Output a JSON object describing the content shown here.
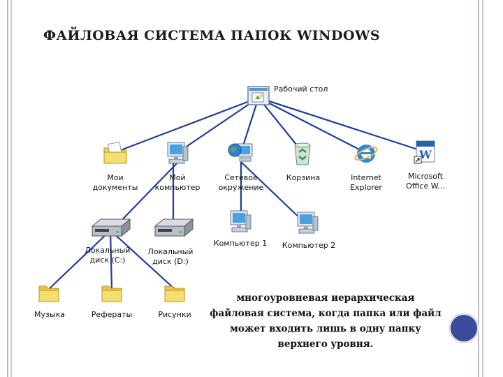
{
  "slide": {
    "title": "ФАЙЛОВАЯ СИСТЕМА ПАПОК WINDOWS",
    "description": "многоуровневая иерархическая файловая система, когда папка или файл может входить лишь в одну папку верхнего уровня."
  },
  "diagram": {
    "root": {
      "label": "Рабочий стол",
      "icon": "desktop-icon"
    },
    "level1": [
      {
        "label_1": "Мои",
        "label_2": "документы",
        "icon": "my-documents-icon"
      },
      {
        "label_1": "Мой",
        "label_2": "компьютер",
        "icon": "my-computer-icon"
      },
      {
        "label_1": "Сетевое",
        "label_2": "окружение",
        "icon": "network-icon"
      },
      {
        "label_1": "Корзина",
        "label_2": "",
        "icon": "recycle-bin-icon"
      },
      {
        "label_1": "Internet",
        "label_2": "Explorer",
        "icon": "internet-explorer-icon"
      },
      {
        "label_1": "Microsoft",
        "label_2": "Office W...",
        "icon": "word-shortcut-icon"
      }
    ],
    "drives": [
      {
        "label_1": "Локальный",
        "label_2": "диск (C:)",
        "icon": "disk-drive-icon"
      },
      {
        "label_1": "Локальный",
        "label_2": "диск (D:)",
        "icon": "disk-drive-icon"
      }
    ],
    "computers": [
      {
        "label": "Компьютер 1",
        "icon": "computer-icon"
      },
      {
        "label": "Компьютер 2",
        "icon": "computer-icon"
      }
    ],
    "folders": [
      {
        "label": "Музыка",
        "icon": "folder-icon"
      },
      {
        "label": "Рефераты",
        "icon": "folder-icon"
      },
      {
        "label": "Рисунки",
        "icon": "folder-icon"
      }
    ],
    "colors": {
      "line": "#1f3d9c",
      "folder": "#f2d35b",
      "screen": "#4aa0e0"
    }
  }
}
